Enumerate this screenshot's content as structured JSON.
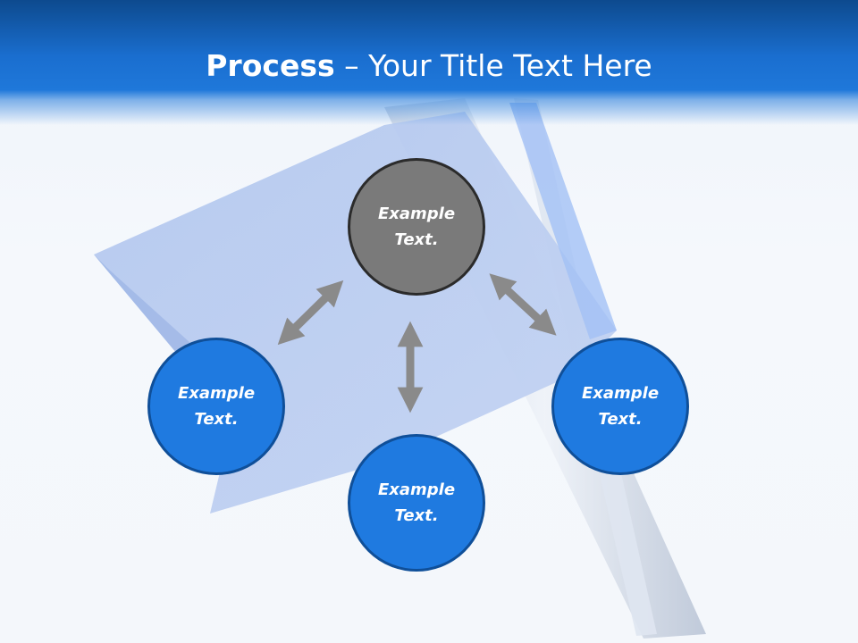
{
  "slide": {
    "title_strong": "Process",
    "title_rest": " – Your Title Text Here"
  },
  "nodes": {
    "top": "Example Text.",
    "left": "Example Text.",
    "right": "Example Text.",
    "bottom": "Example Text."
  },
  "colors": {
    "title_bar": "#1a6ecf",
    "node_blue": "#1f7ae0",
    "node_blue_border": "#0f4f99",
    "node_gray": "#7a7a7a",
    "node_gray_border": "#2b2b2b",
    "arrow": "#8a8a8a",
    "flag": "#b9ccf0"
  },
  "icons": {
    "background": "flag-illustration",
    "connectors": "double-headed-arrow"
  }
}
